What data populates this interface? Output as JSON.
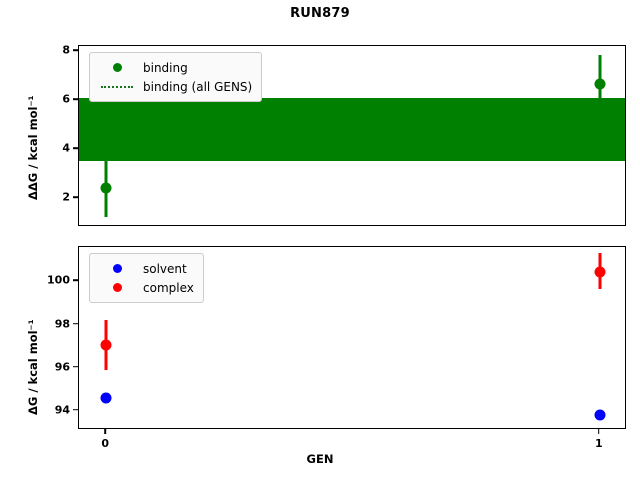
{
  "figure": {
    "title": "RUN879",
    "xlabel": "GEN",
    "ylabel_top": "ΔΔG / kcal mol⁻¹",
    "ylabel_bottom": "ΔG / kcal mol⁻¹"
  },
  "colors": {
    "binding": "#008000",
    "solvent": "#0000ff",
    "complex": "#ff0000",
    "band": "#008000",
    "axis": "#000000",
    "background": "#ffffff"
  },
  "legend_top": {
    "items": [
      {
        "label": "binding",
        "marker": "circle",
        "color": "#008000"
      },
      {
        "label": "binding (all GENS)",
        "marker": "dotted-line",
        "color": "#17731a"
      }
    ]
  },
  "legend_bottom": {
    "items": [
      {
        "label": "solvent",
        "marker": "circle",
        "color": "#0000ff"
      },
      {
        "label": "complex",
        "marker": "circle",
        "color": "#ff0000"
      }
    ]
  },
  "chart_data": [
    {
      "type": "scatter",
      "panel": "top",
      "title": "RUN879",
      "xlabel": "",
      "ylabel": "ΔΔG / kcal mol⁻¹",
      "x": [
        0,
        1
      ],
      "xticks": [
        0,
        1
      ],
      "xticklabels": [
        "0",
        "1"
      ],
      "xlim": [
        -0.055,
        1.055
      ],
      "yticks": [
        2,
        4,
        6,
        8
      ],
      "yticklabels": [
        "2",
        "4",
        "6",
        "8"
      ],
      "ylim": [
        0.83,
        8.2
      ],
      "grid": false,
      "legend_position": "upper left",
      "series": [
        {
          "name": "binding",
          "values": [
            2.43,
            6.65
          ],
          "yerr_low": [
            1.22,
            6.08
          ],
          "yerr_high": [
            3.52,
            7.82
          ],
          "color": "#008000",
          "marker": "circle"
        },
        {
          "name": "binding (all GENS)",
          "type": "band",
          "band_low": 3.52,
          "band_high": 6.08,
          "color": "#008000",
          "linestyle": "dotted"
        }
      ]
    },
    {
      "type": "scatter",
      "panel": "bottom",
      "xlabel": "GEN",
      "ylabel": "ΔG / kcal mol⁻¹",
      "x": [
        0,
        1
      ],
      "xticks": [
        0,
        1
      ],
      "xticklabels": [
        "0",
        "1"
      ],
      "xlim": [
        -0.055,
        1.055
      ],
      "yticks": [
        94,
        96,
        98,
        100
      ],
      "yticklabels": [
        "94",
        "96",
        "98",
        "100"
      ],
      "ylim": [
        93.1,
        101.6
      ],
      "grid": false,
      "legend_position": "upper left",
      "series": [
        {
          "name": "solvent",
          "values": [
            94.6,
            93.8
          ],
          "yerr_low": [
            94.45,
            93.64
          ],
          "yerr_high": [
            94.78,
            93.96
          ],
          "color": "#0000ff",
          "marker": "circle"
        },
        {
          "name": "complex",
          "values": [
            97.03,
            100.45
          ],
          "yerr_low": [
            95.88,
            99.63
          ],
          "yerr_high": [
            98.23,
            101.3
          ],
          "color": "#ff0000",
          "marker": "circle"
        }
      ]
    }
  ]
}
